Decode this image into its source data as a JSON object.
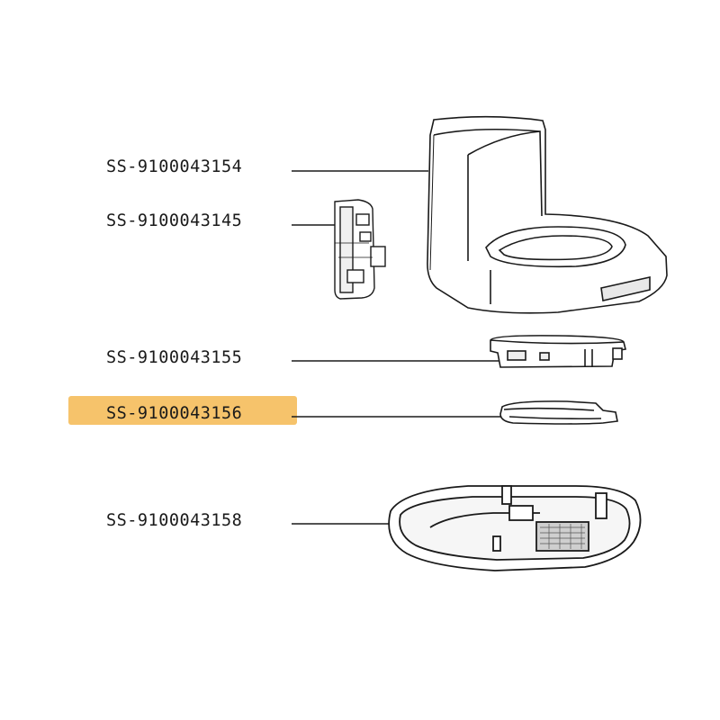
{
  "highlight_color": "#f6c36b",
  "parts": [
    {
      "code": "SS-9100043154",
      "item": "upper-housing"
    },
    {
      "code": "SS-9100043145",
      "item": "control-board"
    },
    {
      "code": "SS-9100043155",
      "item": "top-plate"
    },
    {
      "code": "SS-9100043156",
      "item": "seal-ring",
      "highlighted": true
    },
    {
      "code": "SS-9100043158",
      "item": "base-housing"
    }
  ]
}
